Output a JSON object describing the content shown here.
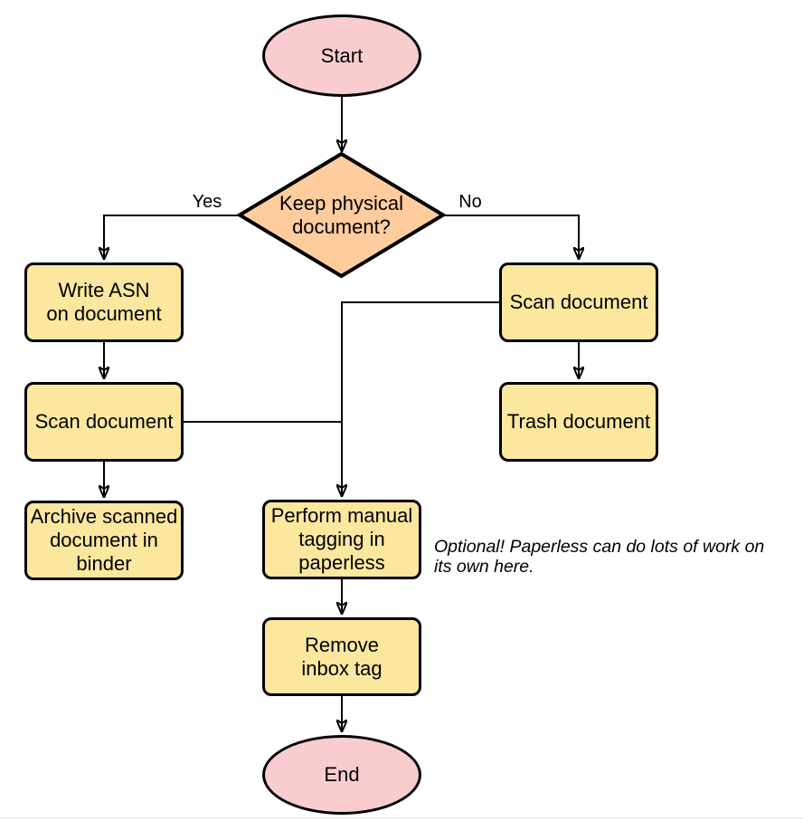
{
  "page": {
    "background": "#ffffff",
    "bottom_border_color": "#e3e7e9"
  },
  "diagram": {
    "type": "flowchart",
    "colors": {
      "process_fill": "#FCE79F",
      "decision_fill": "#FFCC9E",
      "terminal_fill": "#F9CDD0",
      "stroke": "#000000",
      "line": "#000000"
    },
    "nodes": {
      "start": {
        "shape": "ellipse",
        "label": "Start"
      },
      "decision": {
        "shape": "diamond",
        "label": "Keep physical\ndocument?"
      },
      "write_asn": {
        "shape": "process",
        "label": "Write ASN\non document"
      },
      "scan_left": {
        "shape": "process",
        "label": "Scan document"
      },
      "archive": {
        "shape": "process",
        "label": "Archive scanned\ndocument in\nbinder"
      },
      "scan_right": {
        "shape": "process",
        "label": "Scan document"
      },
      "trash": {
        "shape": "process",
        "label": "Trash document"
      },
      "tagging": {
        "shape": "process",
        "label": "Perform manual\ntagging in\npaperless"
      },
      "remove_inbox": {
        "shape": "process",
        "label": "Remove\ninbox tag"
      },
      "end": {
        "shape": "ellipse",
        "label": "End"
      }
    },
    "edge_labels": {
      "yes": "Yes",
      "no": "No"
    },
    "annotation": "Optional! Paperless can do lots of work on\nits own here."
  }
}
